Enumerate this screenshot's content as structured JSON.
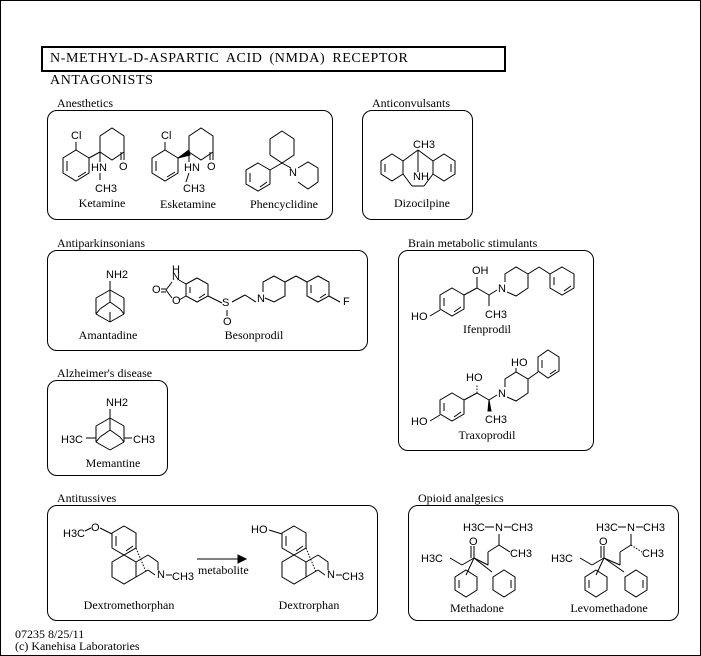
{
  "title": "N-METHYL-D-ASPARTIC ACID (NMDA) RECEPTOR ANTAGONISTS",
  "categories": [
    {
      "key": "anesthetics",
      "label": "Anesthetics",
      "drugs": [
        "Ketamine",
        "Esketamine",
        "Phencyclidine"
      ]
    },
    {
      "key": "anticonvulsants",
      "label": "Anticonvulsants",
      "drugs": [
        "Dizocilpine"
      ]
    },
    {
      "key": "antiparkinsonians",
      "label": "Antiparkinsonians",
      "drugs": [
        "Amantadine",
        "Besonprodil"
      ]
    },
    {
      "key": "brain",
      "label": "Brain metabolic stimulants",
      "drugs": [
        "Ifenprodil",
        "Traxoprodil"
      ]
    },
    {
      "key": "alzheimers",
      "label": "Alzheimer's disease",
      "drugs": [
        "Memantine"
      ]
    },
    {
      "key": "antitussives",
      "label": "Antitussives",
      "drugs": [
        "Dextromethorphan",
        "Dextrorphan"
      ]
    },
    {
      "key": "opioid",
      "label": "Opioid analgesics",
      "drugs": [
        "Methadone",
        "Levomethadone"
      ]
    }
  ],
  "arrow_label": "metabolite",
  "atoms": {
    "cl": "Cl",
    "o": "O",
    "hn": "HN",
    "ch3": "CH3",
    "h3c": "H3C",
    "n": "N",
    "nh": "NH",
    "nh2": "NH2",
    "h": "H",
    "s": "S",
    "f": "F",
    "oh": "OH",
    "ho": "HO"
  },
  "footer": {
    "code": "07235 8/25/11",
    "copyright": "(c) Kanehisa Laboratories"
  }
}
